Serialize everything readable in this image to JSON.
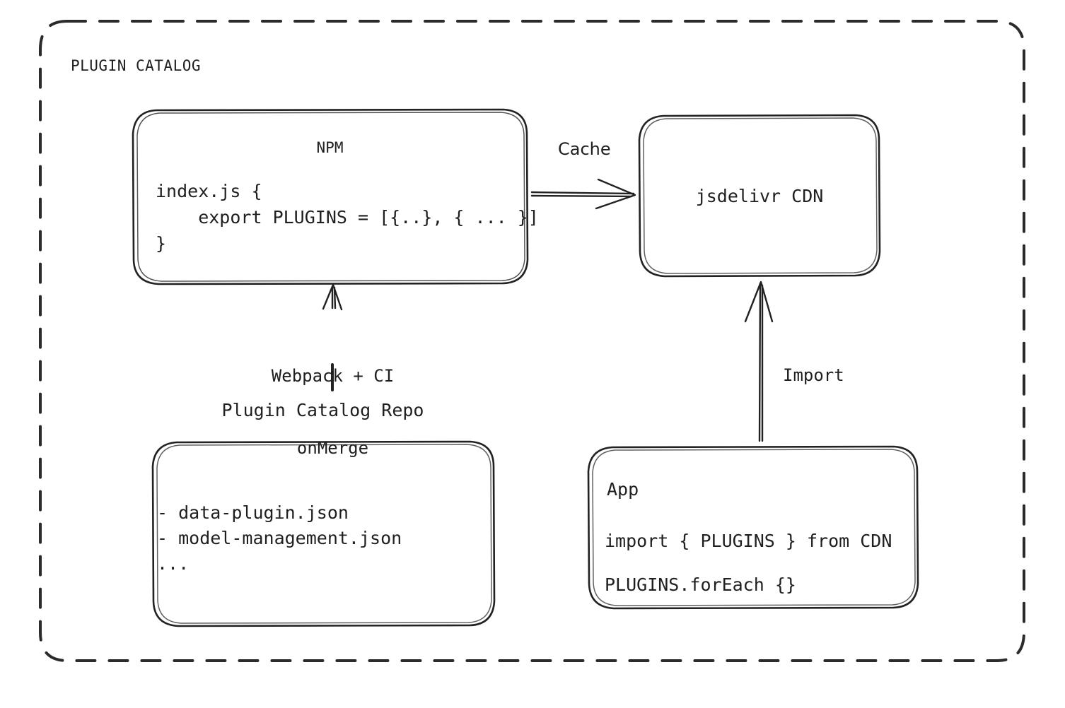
{
  "diagram": {
    "group": {
      "title": "PLUGIN CATALOG",
      "border_style": "dashed-rounded",
      "border_color": "#2b2b2b"
    },
    "nodes": [
      {
        "id": "npm",
        "name": "npm-box",
        "title": "NPM",
        "code_lines": [
          "index.js {",
          "    export PLUGINS = [{..}, { ... }]",
          "}"
        ]
      },
      {
        "id": "cdn",
        "name": "jsdelivr-cdn-box",
        "title": "jsdelivr CDN"
      },
      {
        "id": "repo",
        "name": "plugin-catalog-repo-box",
        "label": "Plugin Catalog Repo",
        "code_lines": [
          "- data-plugin.json",
          "- model-management.json",
          "..."
        ]
      },
      {
        "id": "app",
        "name": "app-box",
        "title": "App",
        "code_lines": [
          "import { PLUGINS } from CDN",
          "PLUGINS.forEach {}"
        ]
      }
    ],
    "edges": [
      {
        "id": "npm-to-cdn",
        "label": "Cache",
        "from": "npm",
        "to": "cdn",
        "direction": "right"
      },
      {
        "id": "repo-to-npm",
        "label": "Webpack + CI\nonMerge",
        "label_line1": "Webpack + CI",
        "label_line2": "onMerge",
        "from": "repo",
        "to": "npm",
        "direction": "up"
      },
      {
        "id": "app-to-cdn",
        "label": "Import",
        "from": "app",
        "to": "cdn",
        "direction": "up"
      }
    ],
    "colors": {
      "stroke": "#222222",
      "text": "#1f1f1f",
      "background": "#ffffff"
    }
  }
}
